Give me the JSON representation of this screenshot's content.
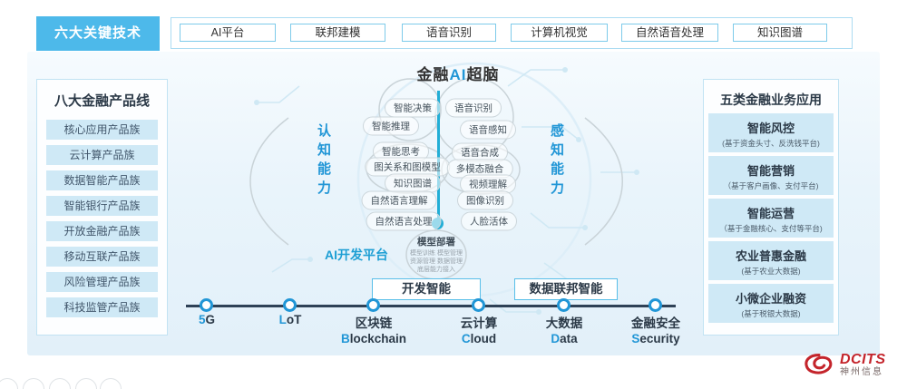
{
  "header": {
    "active_tab": "六大关键技术",
    "tabs": [
      "AI平台",
      "联邦建模",
      "语音识别",
      "计算机视觉",
      "自然语音处理",
      "知识图谱"
    ]
  },
  "left_panel": {
    "title": "八大金融产品线",
    "items": [
      "核心应用产品族",
      "云计算产品族",
      "数据智能产品族",
      "智能银行产品族",
      "开放金融产品族",
      "移动互联产品族",
      "风险管理产品族",
      "科技监管产品族"
    ]
  },
  "right_panel": {
    "title": "五类金融业务应用",
    "items": [
      {
        "title": "智能风控",
        "subtitle": "(基于资金头寸、反洗钱平台)"
      },
      {
        "title": "智能营销",
        "subtitle": "（基于客户画像、支付平台)"
      },
      {
        "title": "智能运营",
        "subtitle": "（基于金融核心、支付等平台)"
      },
      {
        "title": "农业普惠金融",
        "subtitle": "(基于农业大数据)"
      },
      {
        "title": "小微企业融资",
        "subtitle": "(基于税银大数据)"
      }
    ]
  },
  "center": {
    "title_prefix": "金融",
    "title_accent": "AI",
    "title_suffix": "超脑",
    "left_label": "认知能力",
    "right_label": "感知能力",
    "left_bubbles": [
      "智能决策",
      "智能推理",
      "智能思考",
      "图关系和图模型",
      "知识图谱",
      "自然语言理解",
      "自然语言处理"
    ],
    "right_bubbles": [
      "语音识别",
      "语音感知",
      "语音合成",
      "多模态融合",
      "视频理解",
      "图像识别",
      "人脸活体"
    ],
    "platform_label": "AI开发平台",
    "deploy_title": "模型部署",
    "deploy_lines": [
      "模型训练  模型管理",
      "资源管理  数据管理",
      "底层能力接入"
    ],
    "buttons": [
      "开发智能",
      "数据联邦智能"
    ]
  },
  "timeline": {
    "items": [
      {
        "zh_accent": "5",
        "zh_rest": "G",
        "en_accent": "",
        "en_rest": ""
      },
      {
        "zh_accent": "L",
        "zh_rest": "oT",
        "en_accent": "",
        "en_rest": ""
      },
      {
        "zh_accent": "",
        "zh_rest": "区块链",
        "en_accent": "B",
        "en_rest": "lockchain"
      },
      {
        "zh_accent": "",
        "zh_rest": "云计算",
        "en_accent": "C",
        "en_rest": "loud"
      },
      {
        "zh_accent": "",
        "zh_rest": "大数据",
        "en_accent": "D",
        "en_rest": "ata"
      },
      {
        "zh_accent": "",
        "zh_rest": "金融安全",
        "en_accent": "S",
        "en_rest": "ecurity"
      }
    ]
  },
  "logo": {
    "brand": "DCITS",
    "name": "神州信息"
  },
  "colors": {
    "accent_blue": "#2196d6",
    "tab_active_bg": "#4db9ea",
    "panel_item_bg": "#cfe9f6",
    "timeline_navy": "#2e4156",
    "center_teal": "#22aed6",
    "logo_red": "#c4242b",
    "dark_text": "#2b3947"
  }
}
